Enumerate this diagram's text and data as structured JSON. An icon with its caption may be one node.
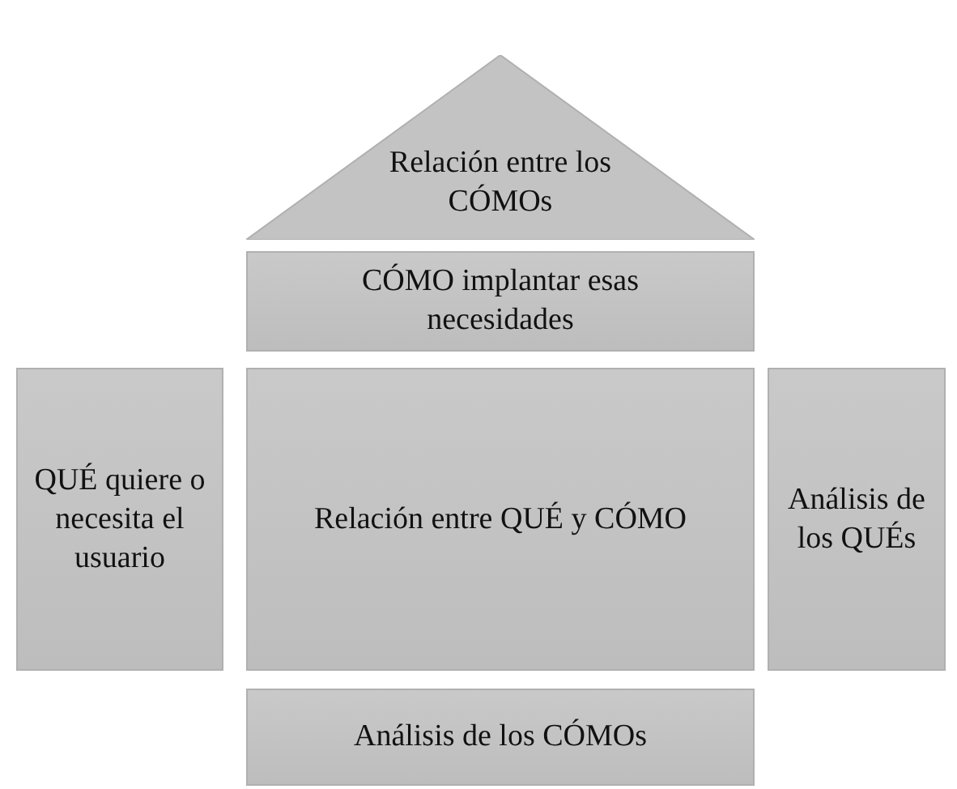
{
  "diagram": {
    "nodes": [
      {
        "text": [
          "Relación entre los CÓMOs"
        ]
      },
      {
        "text": [
          "CÓMO implantar esas necesidades"
        ]
      },
      {
        "text": [
          "QUÉ quiere o necesita el usuario"
        ]
      },
      {
        "text": [
          "Relación entre QUÉ y CÓMO"
        ]
      },
      {
        "text": [
          "Análisis de los QUÉs"
        ]
      },
      {
        "text": [
          "Análisis de los CÓMOs"
        ]
      }
    ]
  }
}
